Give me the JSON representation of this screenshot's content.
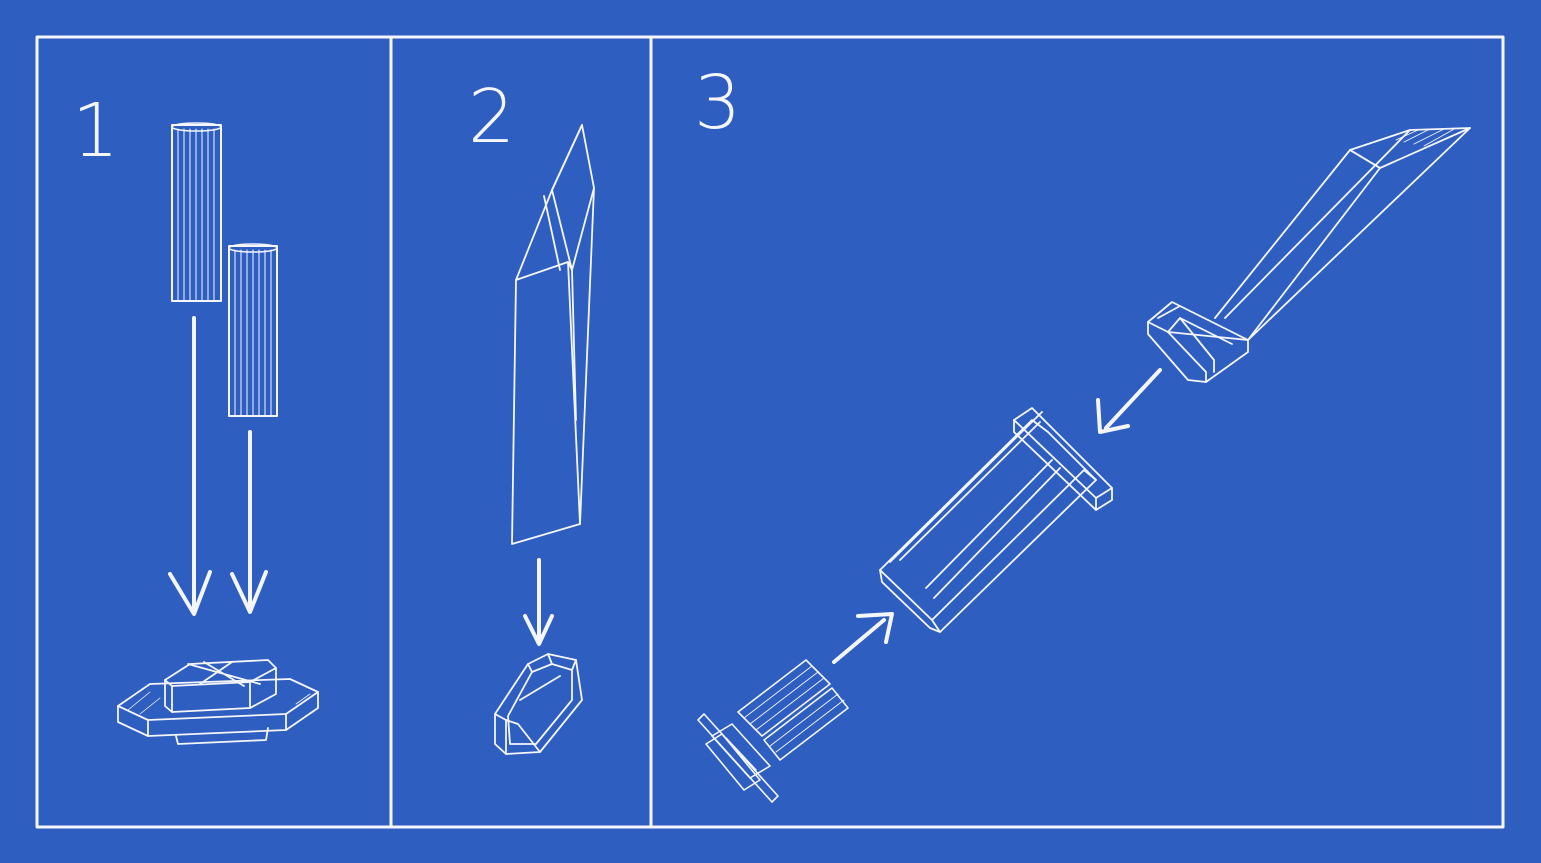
{
  "colors": {
    "background": "#2f5ec1",
    "ink": "#f4f6fb"
  },
  "panels": [
    {
      "number": "1",
      "parts": [
        "grip-pin-long",
        "grip-pin-short",
        "crossguard"
      ]
    },
    {
      "number": "2",
      "parts": [
        "blade",
        "blade-holder"
      ]
    },
    {
      "number": "3",
      "parts": [
        "blade-assembly",
        "handle",
        "pins",
        "pommel-cap"
      ]
    }
  ]
}
